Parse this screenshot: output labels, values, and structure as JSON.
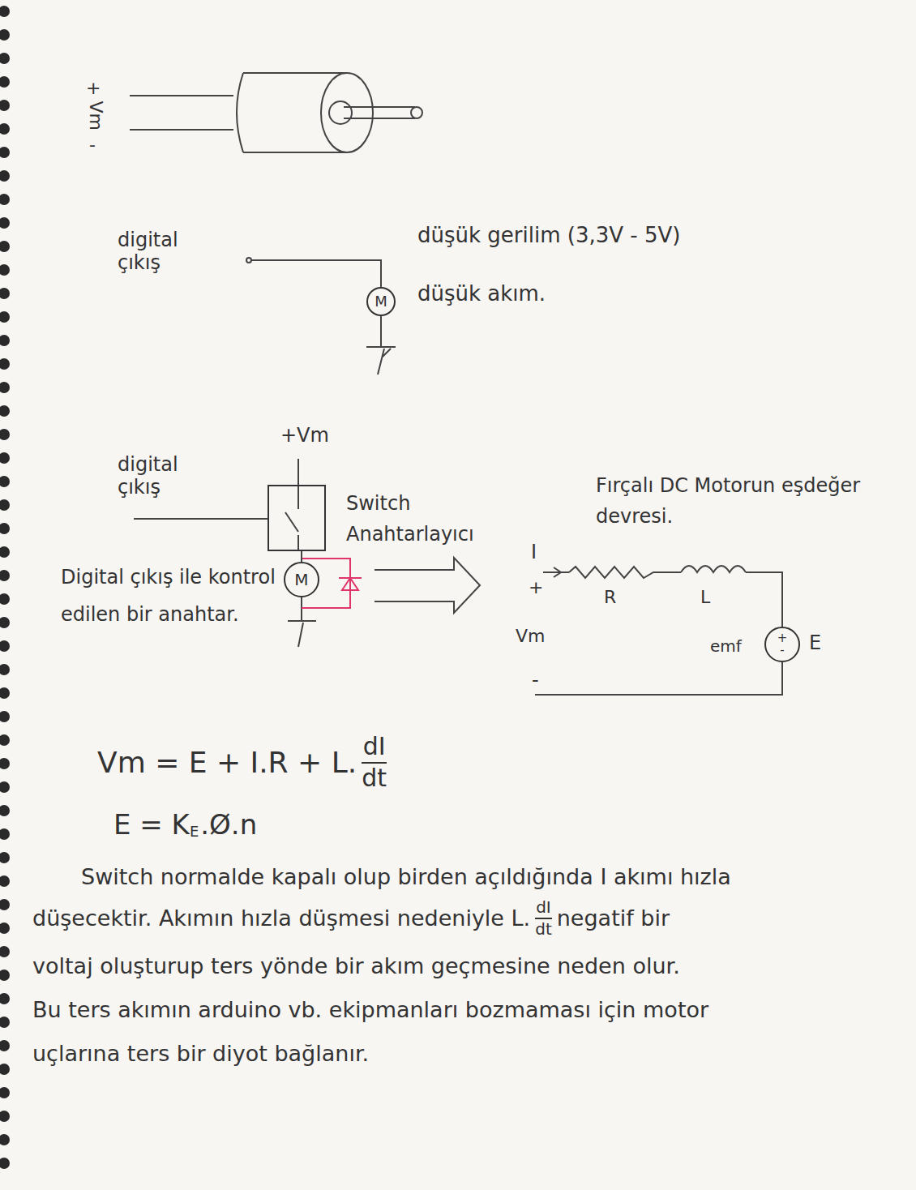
{
  "diagram": {
    "nodes": [
      {
        "text": [
          "M"
        ]
      },
      {
        "text": [
          "Switch Anahtarlayıcı"
        ]
      },
      {
        "text": [
          "M"
        ]
      },
      {
        "text": [
          "+",
          "-"
        ]
      }
    ],
    "edges": [
      {
        "from": 1,
        "to": 2,
        "arrow": "none"
      }
    ],
    "labels": [
      "+",
      "Vm",
      "-",
      "digital çıkış",
      "düşük gerilim (3,3V - 5V)",
      "düşük akım.",
      "+Vm",
      "digital çıkış",
      "Digital çıkış ile kontrol edilen bir anahtar.",
      "Fırçalı DC Motorun eşdeğer devresi.",
      "I",
      "+",
      "Vm",
      "-",
      "R",
      "L",
      "emf",
      "E",
      "Vm = E + I.R + L.",
      "dI",
      "dt",
      "E = K",
      "E",
      ".Ø.n",
      "Switch normalde kapalı olup birden açıldığında I akımı hızla",
      "düşecektir. Akımın hızla düşmesi nedeniyle L.",
      "dI",
      "dt",
      "negatif bir",
      "voltaj oluşturup ters yönde bir akım geçmesine neden olur.",
      "Bu ters akımın arduino vb. ekipmanları bozmaması için motor",
      "uçlarına ters bir diyot bağlanır."
    ]
  }
}
